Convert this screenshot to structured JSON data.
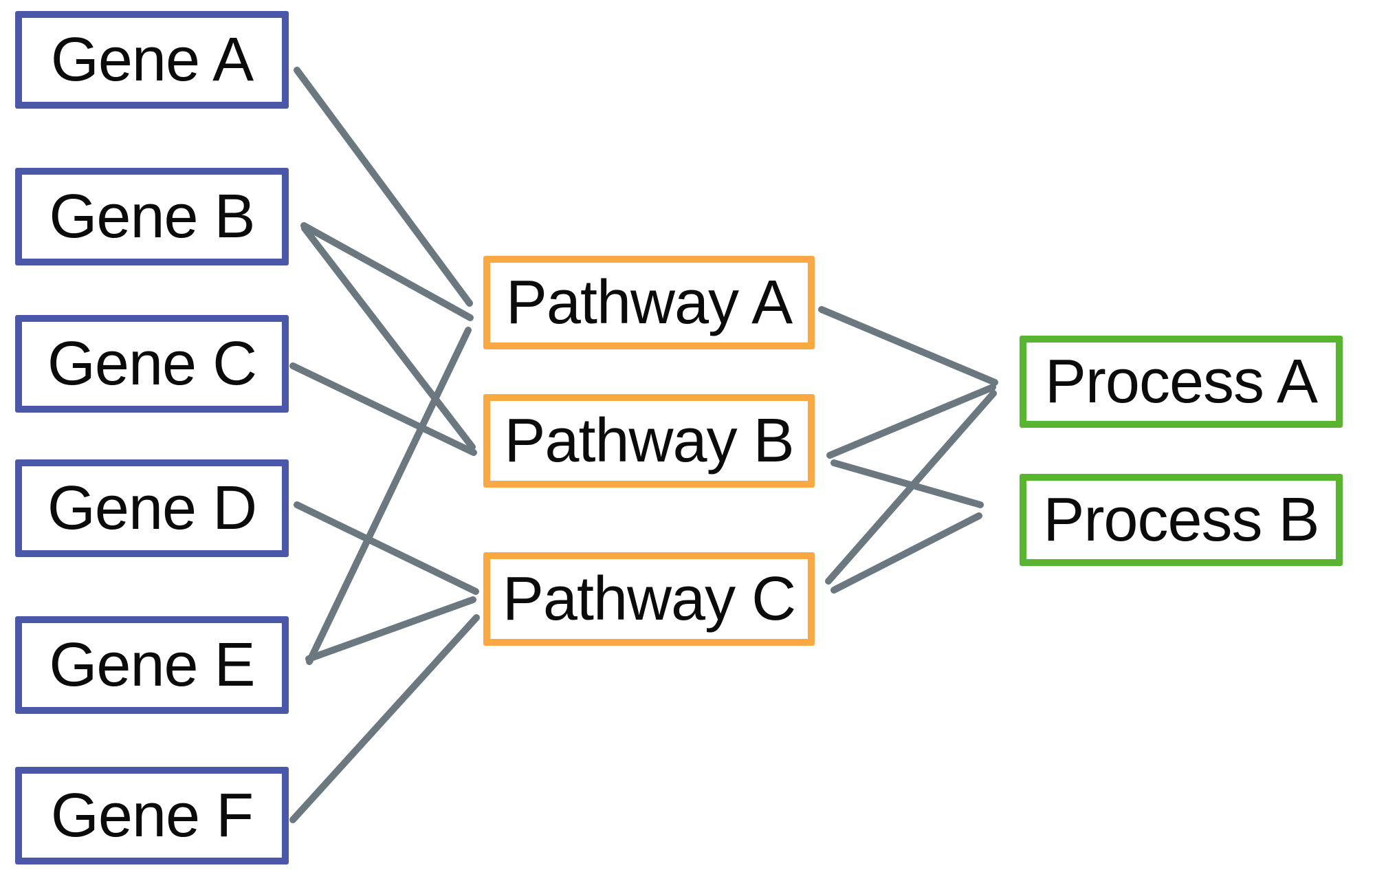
{
  "nodes": {
    "geneA": {
      "label": "Gene A",
      "group": "gene"
    },
    "geneB": {
      "label": "Gene B",
      "group": "gene"
    },
    "geneC": {
      "label": "Gene C",
      "group": "gene"
    },
    "geneD": {
      "label": "Gene D",
      "group": "gene"
    },
    "geneE": {
      "label": "Gene E",
      "group": "gene"
    },
    "geneF": {
      "label": "Gene F",
      "group": "gene"
    },
    "pathwayA": {
      "label": "Pathway A",
      "group": "pathway"
    },
    "pathwayB": {
      "label": "Pathway B",
      "group": "pathway"
    },
    "pathwayC": {
      "label": "Pathway C",
      "group": "pathway"
    },
    "processA": {
      "label": "Process A",
      "group": "process"
    },
    "processB": {
      "label": "Process B",
      "group": "process"
    }
  },
  "edges": [
    {
      "from": "geneA",
      "to": "pathwayA"
    },
    {
      "from": "geneB",
      "to": "pathwayA"
    },
    {
      "from": "geneB",
      "to": "pathwayB"
    },
    {
      "from": "geneC",
      "to": "pathwayB"
    },
    {
      "from": "geneD",
      "to": "pathwayC"
    },
    {
      "from": "geneE",
      "to": "pathwayA"
    },
    {
      "from": "geneE",
      "to": "pathwayC"
    },
    {
      "from": "geneF",
      "to": "pathwayC"
    },
    {
      "from": "pathwayA",
      "to": "processA"
    },
    {
      "from": "pathwayB",
      "to": "processA"
    },
    {
      "from": "pathwayB",
      "to": "processB"
    },
    {
      "from": "pathwayC",
      "to": "processA"
    },
    {
      "from": "pathwayC",
      "to": "processB"
    }
  ],
  "colors": {
    "gene_border": "#4B57A8",
    "pathway_border": "#F9A843",
    "process_border": "#58B530",
    "edge": "#6C7880",
    "text": "#0B0B0B",
    "background": "#FFFFFF"
  }
}
